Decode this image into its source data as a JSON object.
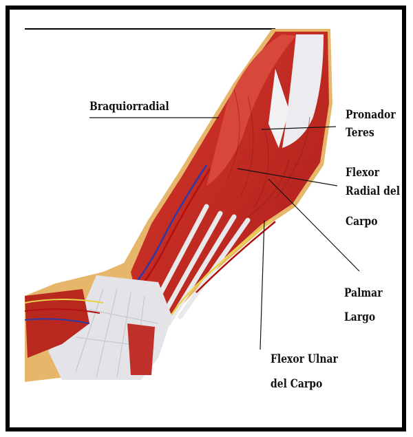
{
  "labels": {
    "braquiorradial": "Braquiorradial",
    "pronador_1": "Pronador",
    "pronador_2": "Teres",
    "flexor_radial_1": "Flexor",
    "flexor_radial_2": "Radial del",
    "flexor_radial_3": "Carpo",
    "palmar_1": "Palmar",
    "palmar_2": "Largo",
    "flexor_ulnar_1": "Flexor Ulnar",
    "flexor_ulnar_2": "del Carpo"
  },
  "colors": {
    "frame": "#000000",
    "muscle": "#c62828",
    "muscle_light": "#e04a3c",
    "tendon": "#e9e9ec",
    "skin_edge": "#e0b86a",
    "vessel_red": "#b01010",
    "vessel_blue": "#2a3aa8",
    "nerve_yellow": "#e8d24a"
  }
}
